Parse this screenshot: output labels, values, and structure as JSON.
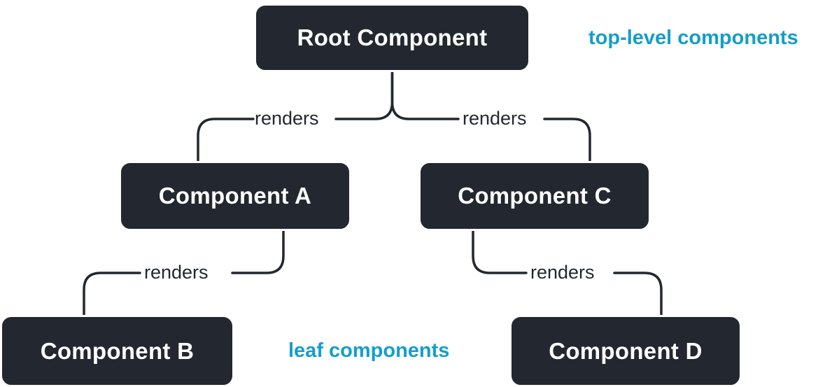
{
  "diagram": {
    "title": "component-render-tree",
    "nodes": {
      "root": {
        "label": "Root Component"
      },
      "a": {
        "label": "Component A"
      },
      "b": {
        "label": "Component B"
      },
      "c": {
        "label": "Component C"
      },
      "d": {
        "label": "Component D"
      }
    },
    "edge_labels": {
      "root_a": "renders",
      "root_c": "renders",
      "a_b": "renders",
      "c_d": "renders"
    },
    "annotations": {
      "top": "top-level components",
      "bottom": "leaf components"
    },
    "colors": {
      "node_bg": "#23272f",
      "node_text": "#ffffff",
      "node_border": "#ffffff",
      "line": "#23272f",
      "edge_label": "#23272f",
      "annotation": "#149eca"
    }
  }
}
